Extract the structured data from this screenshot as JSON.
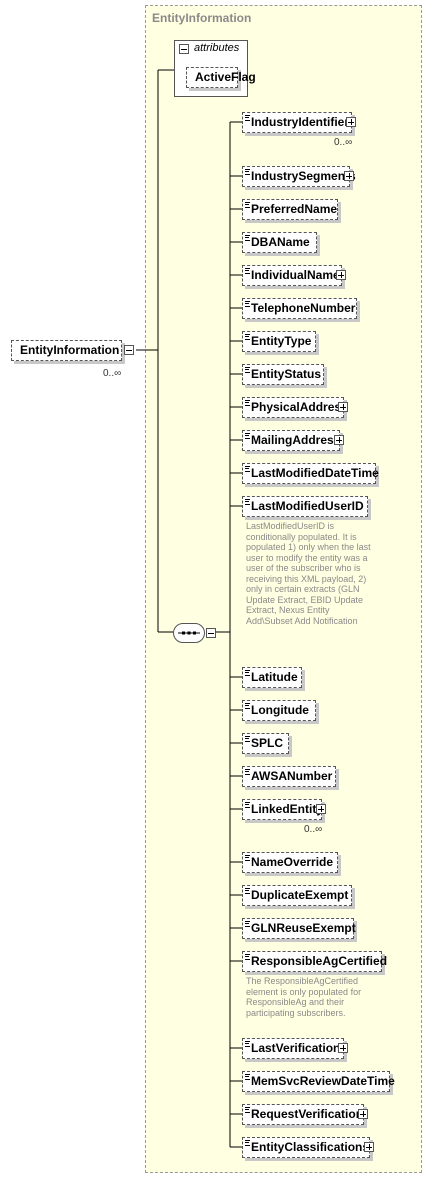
{
  "diagram": {
    "container_title": "EntityInformation",
    "root": {
      "label": "EntityInformation",
      "cardinality": "0..∞"
    },
    "attributes_group": {
      "title": "attributes",
      "items": [
        "ActiveFlag"
      ]
    },
    "sequence_icon": "sequence-compositor-icon",
    "elements": [
      {
        "label": "IndustryIdentifier",
        "expand": true,
        "cardinality": "0..∞"
      },
      {
        "label": "IndustrySegments",
        "expand": true
      },
      {
        "label": "PreferredName"
      },
      {
        "label": "DBAName"
      },
      {
        "label": "IndividualName",
        "expand": true
      },
      {
        "label": "TelephoneNumber"
      },
      {
        "label": "EntityType"
      },
      {
        "label": "EntityStatus"
      },
      {
        "label": "PhysicalAddress",
        "expand": true
      },
      {
        "label": "MailingAddress",
        "expand": true
      },
      {
        "label": "LastModifiedDateTime"
      },
      {
        "label": "LastModifiedUserID",
        "note": "LastModifiedUserID is conditionally populated. It is populated 1) only when the last user to modify the entity was a user of the subscriber who is receiving this XML payload, 2) only in certain extracts (GLN Update Extract, EBID Update Extract, Nexus Entity Add\\Subset Add Notification"
      },
      {
        "label": "Latitude"
      },
      {
        "label": "Longitude"
      },
      {
        "label": "SPLC"
      },
      {
        "label": "AWSANumber"
      },
      {
        "label": "LinkedEntity",
        "expand": true,
        "cardinality": "0..∞"
      },
      {
        "label": "NameOverride"
      },
      {
        "label": "DuplicateExempt"
      },
      {
        "label": "GLNReuseExempt"
      },
      {
        "label": "ResponsibleAgCertified",
        "note": "The ResponsibleAgCertified element is only populated for ResponsibleAg and their participating subscribers."
      },
      {
        "label": "LastVerification",
        "expand": true
      },
      {
        "label": "MemSvcReviewDateTime"
      },
      {
        "label": "RequestVerification",
        "expand": true
      },
      {
        "label": "EntityClassifications",
        "expand": true
      }
    ]
  }
}
